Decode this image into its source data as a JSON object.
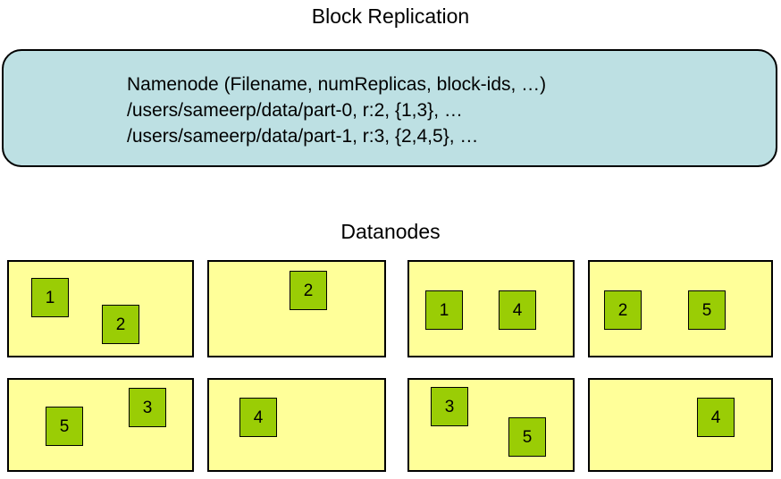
{
  "title": "Block Replication",
  "colors": {
    "namenode_fill": "#bde0e3",
    "datanode_fill": "#ffff99",
    "block_fill": "#9acd05",
    "stroke": "#000000",
    "background": "#ffffff"
  },
  "namenode": {
    "lines": [
      "Namenode (Filename, numReplicas, block-ids, …)",
      "/users/sameerp/data/part-0, r:2, {1,3}, …",
      "/users/sameerp/data/part-1, r:3, {2,4,5}, …"
    ],
    "header": "Namenode (Filename, numReplicas, block-ids, …)",
    "files": [
      {
        "path": "/users/sameerp/data/part-0",
        "replication": "r:2",
        "block_ids": "{1,3}",
        "ellipsis": "…"
      },
      {
        "path": "/users/sameerp/data/part-1",
        "replication": "r:3",
        "block_ids": "{2,4,5}",
        "ellipsis": "…"
      }
    ]
  },
  "datanodes_label": "Datanodes",
  "datanodes": [
    {
      "index": 1,
      "blocks": [
        {
          "id": "1"
        },
        {
          "id": "2"
        }
      ]
    },
    {
      "index": 2,
      "blocks": [
        {
          "id": "2"
        }
      ]
    },
    {
      "index": 3,
      "blocks": [
        {
          "id": "1"
        },
        {
          "id": "4"
        }
      ]
    },
    {
      "index": 4,
      "blocks": [
        {
          "id": "2"
        },
        {
          "id": "5"
        }
      ]
    },
    {
      "index": 5,
      "blocks": [
        {
          "id": "5"
        },
        {
          "id": "3"
        }
      ]
    },
    {
      "index": 6,
      "blocks": [
        {
          "id": "4"
        }
      ]
    },
    {
      "index": 7,
      "blocks": [
        {
          "id": "3"
        },
        {
          "id": "5"
        }
      ]
    },
    {
      "index": 8,
      "blocks": [
        {
          "id": "4"
        }
      ]
    }
  ]
}
